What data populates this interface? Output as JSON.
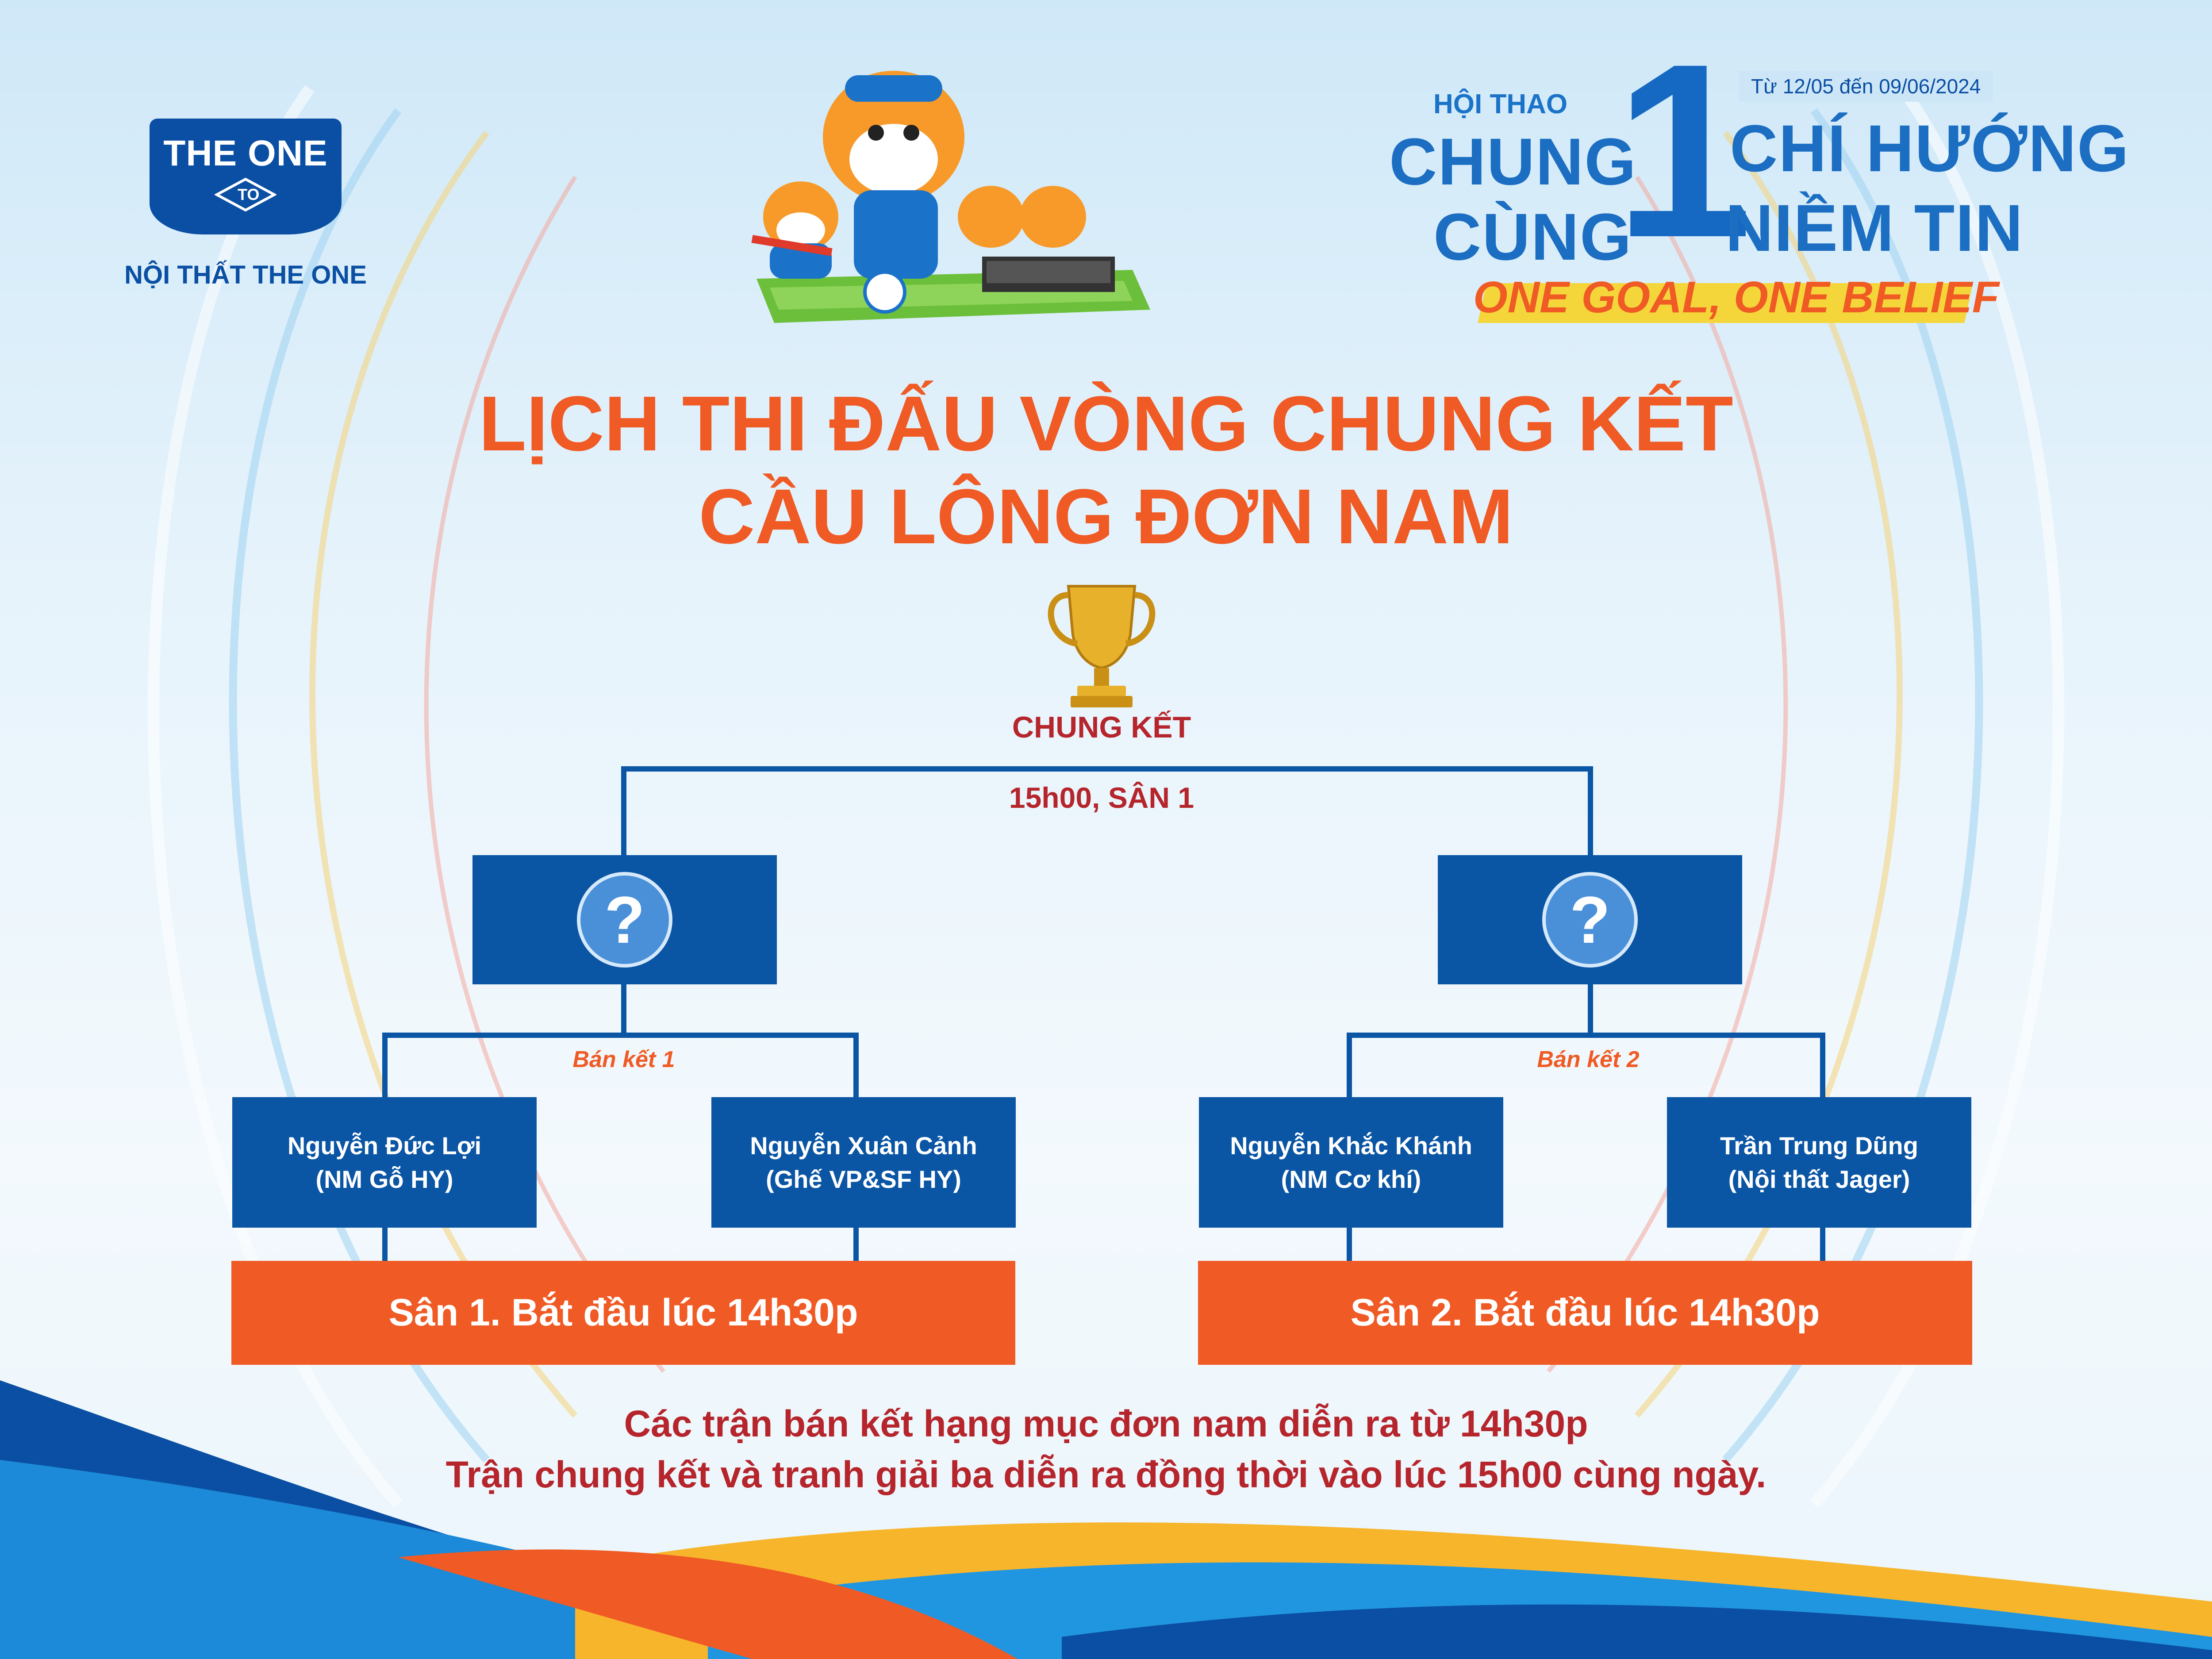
{
  "logo": {
    "text": "THE ONE",
    "mark": "TO",
    "subtitle": "NỘI THẤT THE ONE"
  },
  "event": {
    "hoi_thao": "HỘI THAO",
    "date_range": "Từ 12/05 đến 09/06/2024",
    "line1_left": "CHUNG",
    "line2_left": "CÙNG",
    "big_number": "1",
    "line1_right": "CHÍ HƯỚNG",
    "line2_right": "NIỀM TIN",
    "slogan": "ONE GOAL, ONE BELIEF"
  },
  "title": {
    "line1": "LỊCH THI ĐẤU VÒNG CHUNG KẾT",
    "line2": "CẦU LÔNG ĐƠN NAM"
  },
  "final": {
    "label": "CHUNG KẾT",
    "time": "15h00, SÂN 1",
    "unknown": "?"
  },
  "semis": [
    {
      "label": "Bán kết 1",
      "players": [
        {
          "name": "Nguyễn Đức Lợi",
          "unit": "(NM Gỗ HY)"
        },
        {
          "name": "Nguyễn Xuân Cảnh",
          "unit": "(Ghế VP&SF HY)"
        }
      ],
      "court": "Sân 1. Bắt đầu lúc 14h30p"
    },
    {
      "label": "Bán kết 2",
      "players": [
        {
          "name": "Nguyễn Khắc Khánh",
          "unit": "(NM Cơ khí)"
        },
        {
          "name": "Trần Trung Dũng",
          "unit": "(Nội thất Jager)"
        }
      ],
      "court": "Sân 2. Bắt đầu lúc 14h30p"
    }
  ],
  "notes": {
    "line1": "Các trận bán kết hạng mục đơn nam diễn ra từ 14h30p",
    "line2": "Trận chung kết và tranh giải ba diễn ra đồng thời vào lúc 15h00 cùng ngày."
  },
  "colors": {
    "blue": "#0a55a4",
    "orange": "#f05a24",
    "red": "#b5252b"
  }
}
